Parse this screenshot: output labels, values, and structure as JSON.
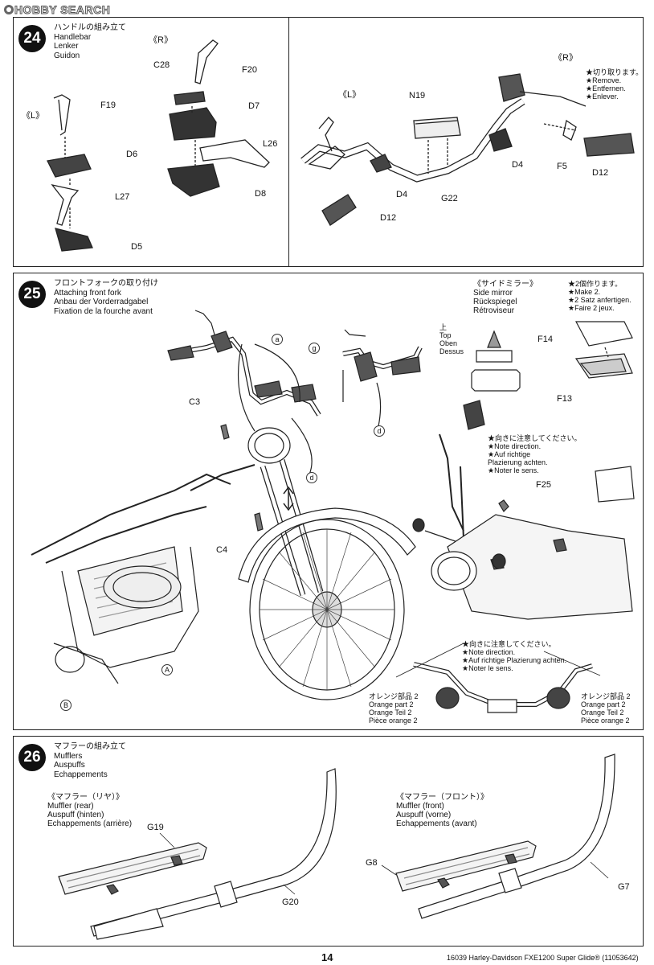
{
  "watermark": "HOBBY SEARCH",
  "steps": [
    {
      "number": "24",
      "title_lines": [
        "ハンドルの組み立て",
        "Handlebar",
        "Lenker",
        "Guidon"
      ],
      "left_tag": "《L》",
      "right_tag_a": "《R》",
      "right_tag_b": "《R》",
      "left_tag_b": "《L》",
      "parts": [
        "C28",
        "F20",
        "F19",
        "D7",
        "D6",
        "L26",
        "L27",
        "D8",
        "D5",
        "N19",
        "D4",
        "G22",
        "D12",
        "F5",
        "D4",
        "D12"
      ],
      "note_lines": [
        "★切り取ります。",
        "★Remove.",
        "★Entfernen.",
        "★Enlever."
      ]
    },
    {
      "number": "25",
      "title_lines": [
        "フロントフォークの取り付け",
        "Attaching front fork",
        "Anbau der Vorderradgabel",
        "Fixation de la fourche avant"
      ],
      "mirror_title_lines": [
        "《サイドミラー》",
        "Side mirror",
        "Rückspiegel",
        "Rétroviseur"
      ],
      "top_lines": [
        "上",
        "Top",
        "Oben",
        "Dessus"
      ],
      "make2_lines": [
        "★2個作ります。",
        "★Make 2.",
        "★2 Satz anfertigen.",
        "★Faire 2 jeux."
      ],
      "direction_note_lines": [
        "★向きに注意してください。",
        "★Note direction.",
        "★Auf richtige",
        "Plazierung achten.",
        "★Noter le sens."
      ],
      "direction_note2_lines": [
        "★向きに注意してください。",
        "★Note direction.",
        "★Auf richtige Plazierung achten.",
        "★Noter le sens."
      ],
      "orange_left_lines": [
        "オレンジ部品 2",
        "Orange part 2",
        "Orange Teil 2",
        "Pièce orange 2"
      ],
      "orange_right_lines": [
        "オレンジ部品 2",
        "Orange part 2",
        "Orange Teil 2",
        "Pièce orange 2"
      ],
      "parts": [
        "C3",
        "C4",
        "F14",
        "F13",
        "F25"
      ],
      "callouts": [
        "a",
        "g",
        "d",
        "d",
        "A",
        "B"
      ]
    },
    {
      "number": "26",
      "title_lines": [
        "マフラーの組み立て",
        "Mufflers",
        "Auspuffs",
        "Echappements"
      ],
      "rear_lines": [
        "《マフラー（リヤ）》",
        "Muffler (rear)",
        "Auspuff (hinten)",
        "Echappements (arrière)"
      ],
      "front_lines": [
        "《マフラー（フロント）》",
        "Muffler (front)",
        "Auspuff (vorne)",
        "Echappements (avant)"
      ],
      "parts": [
        "G19",
        "G20",
        "G8",
        "G7"
      ]
    }
  ],
  "footer": {
    "page_number": "14",
    "title": "16039  Harley-Davidson FXE1200 Super Glide® (11053642)"
  }
}
